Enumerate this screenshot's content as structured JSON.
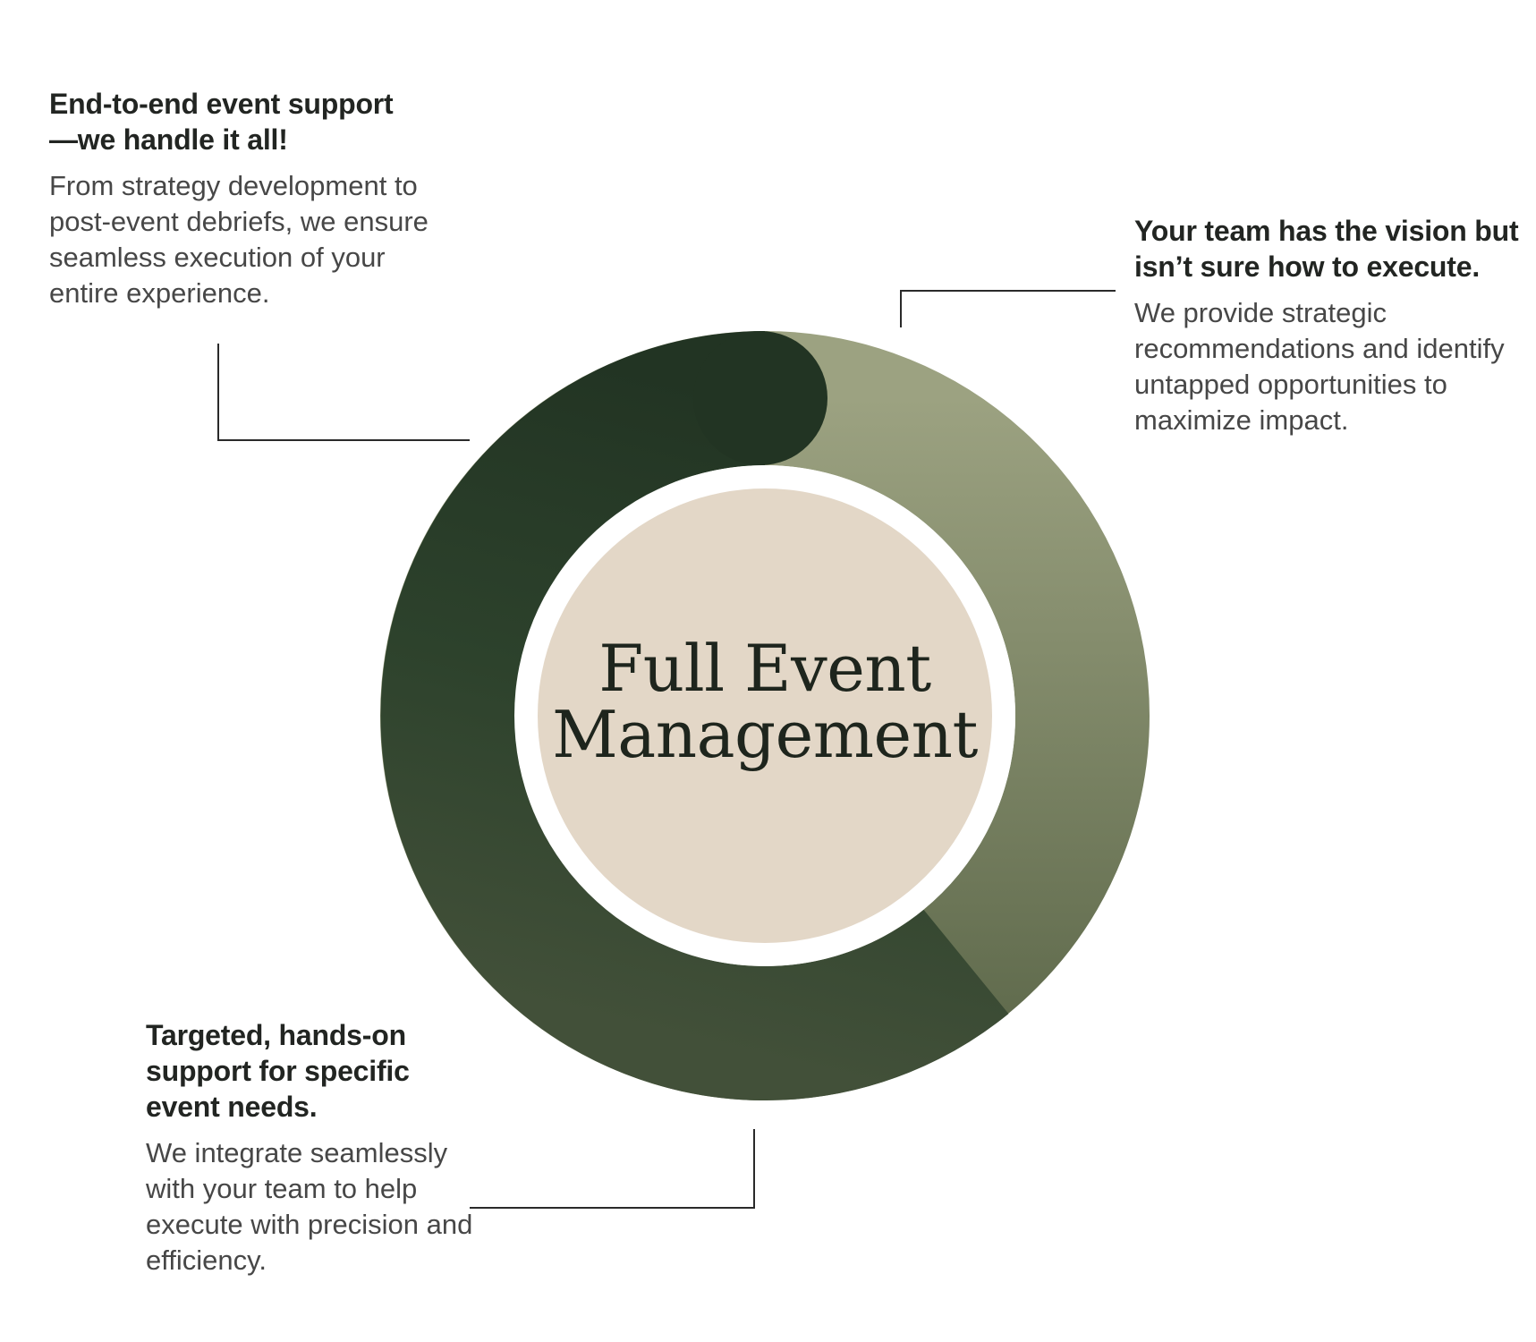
{
  "center": {
    "line1": "Full Event",
    "line2": "Management"
  },
  "callouts": {
    "top_left": {
      "heading_line1": "End-to-end event support",
      "heading_line2": "—we handle it all!",
      "body": "From strategy development to post-event debriefs, we ensure seamless execution of your entire experience."
    },
    "top_right": {
      "heading": "Your team has the vision but isn’t sure how to execute.",
      "body": "We provide strategic recommendations and identify untapped opportunities to maximize impact."
    },
    "bottom_left": {
      "heading": "Targeted, hands-on support for specific event needs.",
      "body": "We integrate seamlessly with your team to help execute with precision and efficiency."
    }
  },
  "colors": {
    "ring_dark": "#223423",
    "ring_dark_mid": "#2d422c",
    "ring_dark_low": "#425039",
    "ring_light_top": "#9ca281",
    "ring_light_bottom": "#5f6a4c",
    "inner_fill": "#e3d7c7",
    "text_heading": "#222522",
    "text_body": "#474747",
    "leader_line": "#2a2a2a"
  }
}
